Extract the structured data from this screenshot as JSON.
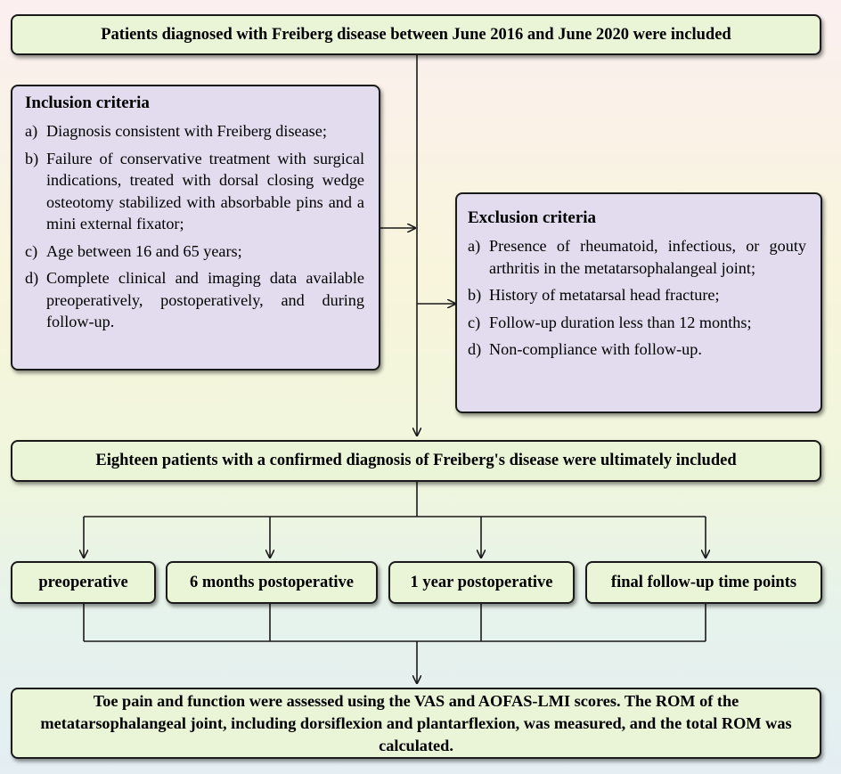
{
  "top_box": "Patients diagnosed with Freiberg disease between June 2016 and June 2020 were included",
  "inclusion": {
    "title": "Inclusion criteria",
    "items": [
      {
        "marker": "a)",
        "text": "Diagnosis consistent with Freiberg disease;"
      },
      {
        "marker": "b)",
        "text": "Failure of conservative treatment with surgical indications, treated with dorsal closing wedge osteotomy stabilized with absorbable pins and a mini external fixator;"
      },
      {
        "marker": "c)",
        "text": "Age between 16 and 65 years;"
      },
      {
        "marker": "d)",
        "text": "Complete clinical and imaging data available preoperatively, postoperatively, and during follow-up."
      }
    ]
  },
  "exclusion": {
    "title": "Exclusion criteria",
    "items": [
      {
        "marker": "a)",
        "text": "Presence of rheumatoid, infectious, or gouty arthritis in the metatarsophalangeal joint;"
      },
      {
        "marker": "b)",
        "text": "History of metatarsal head fracture;"
      },
      {
        "marker": "c)",
        "text": "Follow-up duration less than 12 months;"
      },
      {
        "marker": "d)",
        "text": "Non-compliance with follow-up."
      }
    ]
  },
  "middle_box": "Eighteen patients with a confirmed diagnosis of Freiberg's disease were ultimately included",
  "timepoints": [
    "preoperative",
    "6 months postoperative",
    "1 year postoperative",
    "final follow-up time points"
  ],
  "bottom_box": "Toe pain and function were assessed using the VAS and AOFAS-LMI scores. The ROM of the metatarsophalangeal joint, including dorsiflexion and plantarflexion, was measured, and the total ROM was calculated."
}
